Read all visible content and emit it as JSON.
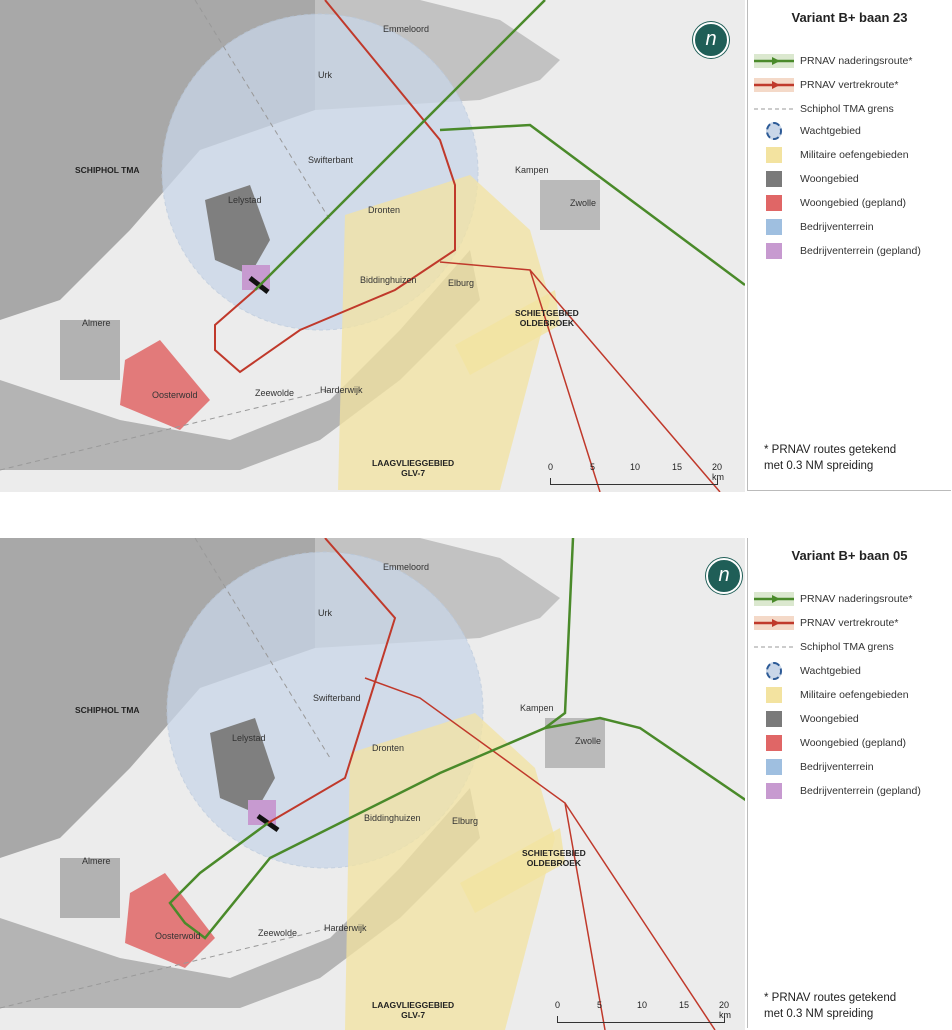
{
  "colors": {
    "approach": "#4a8a2a",
    "departure": "#c0392b",
    "military": "#f3e3a0",
    "residential": "#7a7a7a",
    "residential_planned": "#e06666",
    "industrial": "#9fbfe0",
    "industrial_planned": "#c79ad0",
    "holding": "#c9d6e8"
  },
  "legend_items": {
    "approach": "PRNAV naderingsroute*",
    "departure": "PRNAV vertrekroute*",
    "tma": "Schiphol TMA grens",
    "holding": "Wachtgebied",
    "military": "Militaire oefengebieden",
    "residential": "Woongebied",
    "residential_planned": "Woongebied (gepland)",
    "industrial": "Bedrijventerrein",
    "industrial_planned": "Bedrijventerrein (gepland)"
  },
  "note_line1": "* PRNAV routes getekend",
  "note_line2": "met 0.3 NM spreiding",
  "scale": {
    "t0": "0",
    "t5": "5",
    "t10": "10",
    "t15": "15",
    "t20": "20 km"
  },
  "north_symbol": "n",
  "places": {
    "emmeloord": "Emmeloord",
    "urk": "Urk",
    "swifterbant_1": "Swifterbant",
    "swifterbant_2": "Swifterband",
    "dronten": "Dronten",
    "lelystad": "Lelystad",
    "biddinghuizen": "Biddinghuizen",
    "elburg": "Elburg",
    "kampen": "Kampen",
    "zwolle": "Zwolle",
    "almere": "Almere",
    "oosterwold": "Oosterwold",
    "zeewolde": "Zeewolde",
    "harderwijk": "Harderwijk",
    "schiphol_tma": "SCHIPHOL TMA",
    "schietgebied_1": "SCHIETGEBIED",
    "schietgebied_2": "OLDEBROEK",
    "laagvlieg_1": "LAAGVLIEGGEBIED",
    "laagvlieg_2": "GLV-7"
  },
  "panels": [
    {
      "title": "Variant B+ baan 23"
    },
    {
      "title": "Variant B+ baan 05"
    }
  ]
}
